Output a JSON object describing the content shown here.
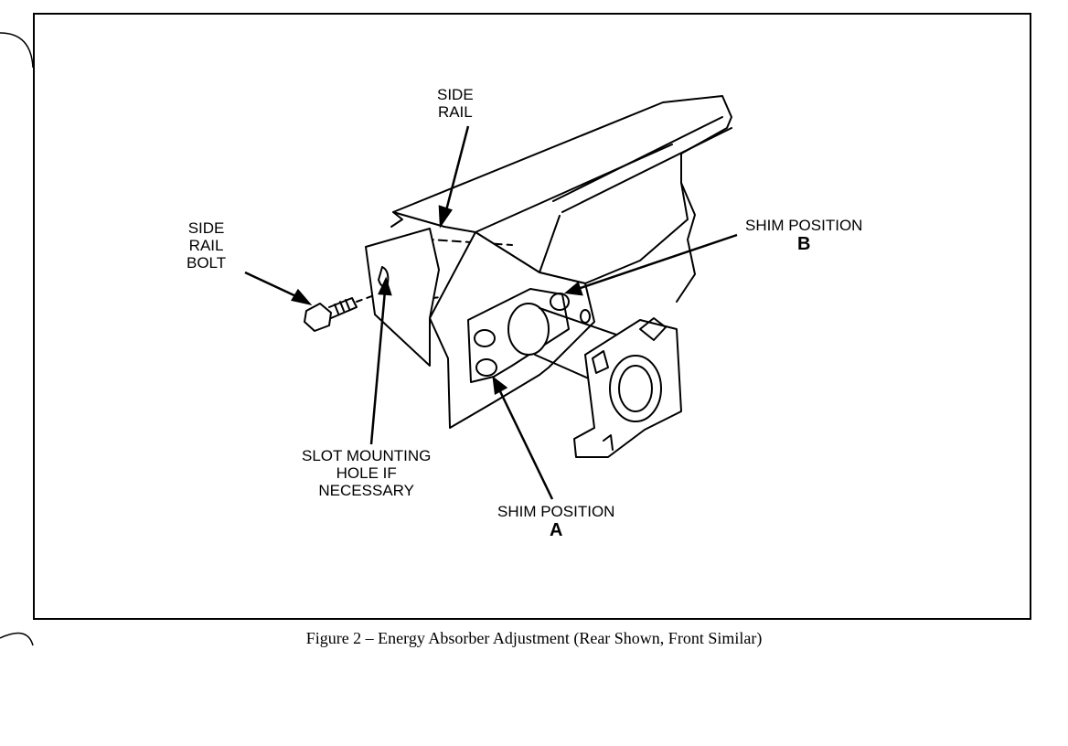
{
  "labels": {
    "side_rail": [
      "SIDE",
      "RAIL"
    ],
    "side_rail_bolt": [
      "SIDE",
      "RAIL",
      "BOLT"
    ],
    "slot_mounting": [
      "SLOT MOUNTING",
      "HOLE IF",
      "NECESSARY"
    ],
    "shim_a": [
      "SHIM POSITION",
      "A"
    ],
    "shim_b": [
      "SHIM POSITION",
      "B"
    ]
  },
  "caption": "Figure 2 – Energy Absorber Adjustment (Rear Shown, Front Similar)"
}
